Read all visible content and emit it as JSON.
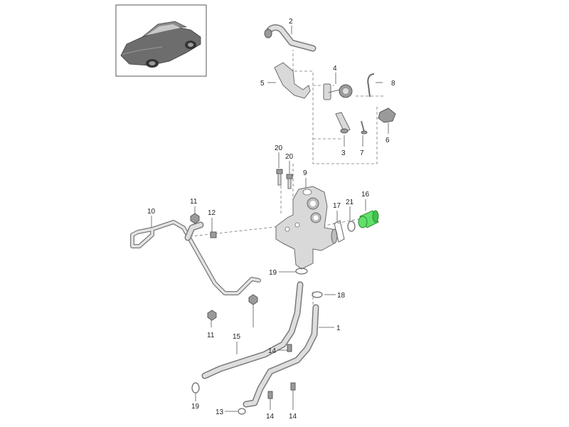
{
  "diagram": {
    "callouts": [
      {
        "id": "c1",
        "text": "1"
      },
      {
        "id": "c2",
        "text": "2"
      },
      {
        "id": "c3",
        "text": "3"
      },
      {
        "id": "c4",
        "text": "4"
      },
      {
        "id": "c5",
        "text": "5"
      },
      {
        "id": "c6",
        "text": "6"
      },
      {
        "id": "c7",
        "text": "7"
      },
      {
        "id": "c8",
        "text": "8"
      },
      {
        "id": "c9",
        "text": "9"
      },
      {
        "id": "c10",
        "text": "10"
      },
      {
        "id": "c11a",
        "text": "11"
      },
      {
        "id": "c11b",
        "text": "11"
      },
      {
        "id": "c12",
        "text": "12"
      },
      {
        "id": "c13",
        "text": "13"
      },
      {
        "id": "c14a",
        "text": "14"
      },
      {
        "id": "c14b",
        "text": "14"
      },
      {
        "id": "c14c",
        "text": "14"
      },
      {
        "id": "c15",
        "text": "15"
      },
      {
        "id": "c16",
        "text": "16"
      },
      {
        "id": "c17",
        "text": "17"
      },
      {
        "id": "c18",
        "text": "18"
      },
      {
        "id": "c19a",
        "text": "19"
      },
      {
        "id": "c19b",
        "text": "19"
      },
      {
        "id": "c20a",
        "text": "20"
      },
      {
        "id": "c20b",
        "text": "20"
      },
      {
        "id": "c21",
        "text": "21"
      }
    ],
    "colors": {
      "highlight_part": "#5fe06a",
      "part_fill": "#d9d9d9",
      "part_outline": "#6b6b6b"
    }
  }
}
